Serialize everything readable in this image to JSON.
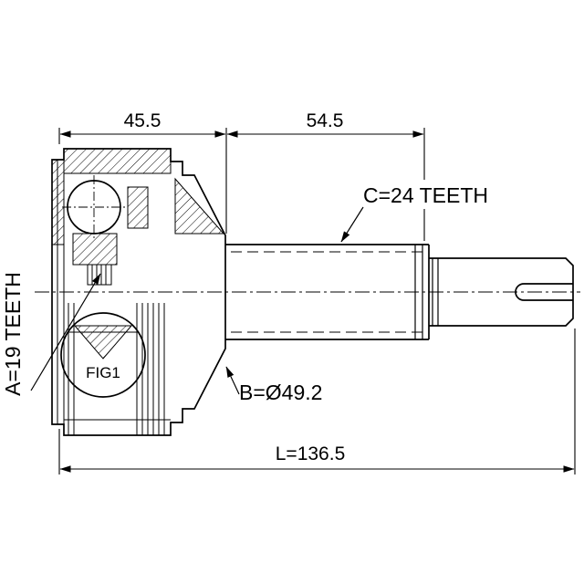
{
  "page": {
    "background": "#ffffff",
    "line_color": "#000000"
  },
  "labels": {
    "dim_housing_width": "45.5",
    "dim_spline_length": "54.5",
    "shaft_spline_teeth": "C=24 TEETH",
    "inner_race_teeth": "A=19 TEETH",
    "housing_diameter": "B=Ø49.2",
    "overall_length": "L=136.5",
    "figure_callout": "FIG1"
  },
  "dimensions": {
    "housing_width_mm": 45.5,
    "spline_length_mm": 54.5,
    "overall_length_mm": 136.5,
    "diameter_b_mm": 49.2,
    "teeth_a": 19,
    "teeth_c": 24
  }
}
